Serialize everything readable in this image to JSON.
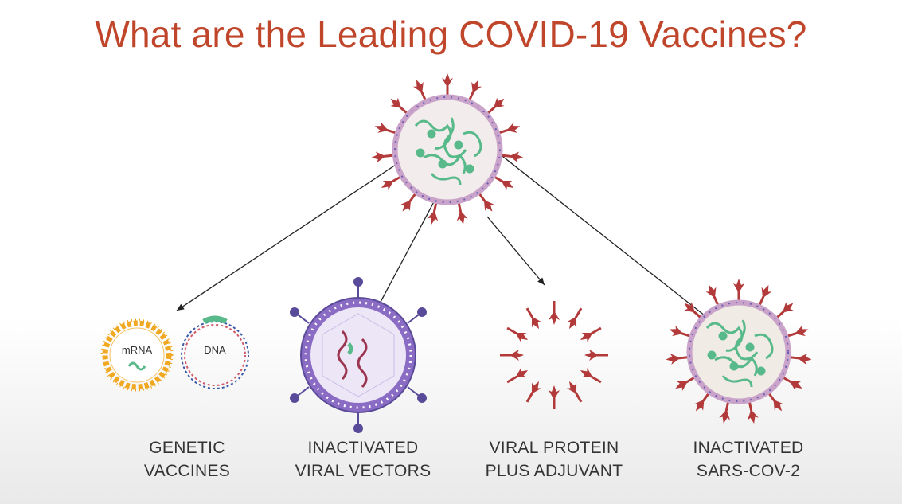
{
  "title": "What are the Leading COVID-19 Vaccines?",
  "colors": {
    "title": "#c0462b",
    "spike": "#b33a3a",
    "membrane": "#c9a3c9",
    "rna": "#58b98a",
    "lipid": "#f0a820",
    "vector": "#7a5bb5"
  },
  "labels": {
    "mrna": "mRNA",
    "dna": "DNA"
  },
  "captions": [
    {
      "line1": "GENETIC",
      "line2": "VACCINES"
    },
    {
      "line1": "INACTIVATED",
      "line2": "VIRAL VECTORS"
    },
    {
      "line1": "VIRAL PROTEIN",
      "line2": "PLUS ADJUVANT"
    },
    {
      "line1": "INACTIVATED",
      "line2": "SARS-COV-2"
    }
  ]
}
